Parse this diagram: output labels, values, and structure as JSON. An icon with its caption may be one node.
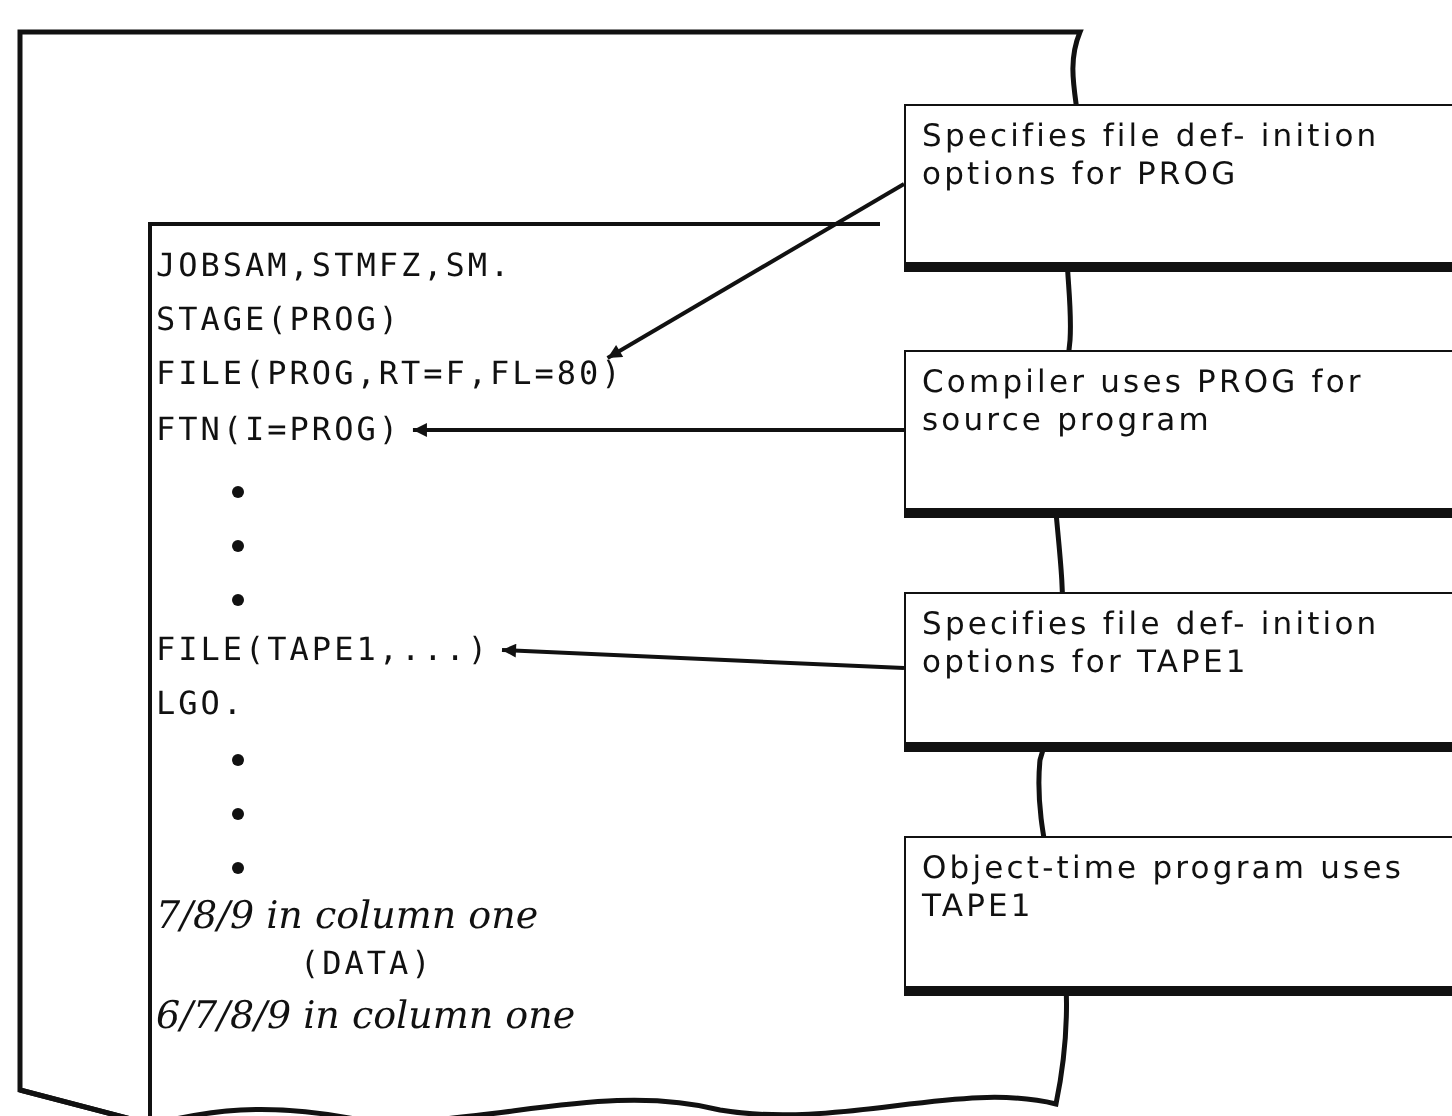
{
  "diagram": {
    "nodes": [
      {
        "text": [
          "Specifies file def- inition options for PROG"
        ]
      },
      {
        "text": [
          "FILE(PROG,RT=F,FL=80)"
        ]
      },
      {
        "text": [
          "FTN(I=PROG)"
        ]
      },
      {
        "text": [
          "Compiler uses PROG for source program"
        ]
      },
      {
        "text": [
          "FILE(TAPE1,...)"
        ]
      },
      {
        "text": [
          "Specifies file def- inition options for TAPE1"
        ]
      },
      {
        "text": [
          "Object-time program uses TAPE1"
        ]
      }
    ],
    "edges": [
      {
        "from": 0,
        "to": 1,
        "arrow": "to"
      },
      {
        "from": 3,
        "to": 2,
        "arrow": "to"
      },
      {
        "from": 5,
        "to": 4,
        "arrow": "to"
      }
    ],
    "labels": [
      "JOBSAM,STMFZ,SM.",
      "STAGE(PROG)",
      "LGO.",
      "7/8/9 in column one",
      "(DATA)",
      "6/7/8/9 in column one"
    ]
  }
}
